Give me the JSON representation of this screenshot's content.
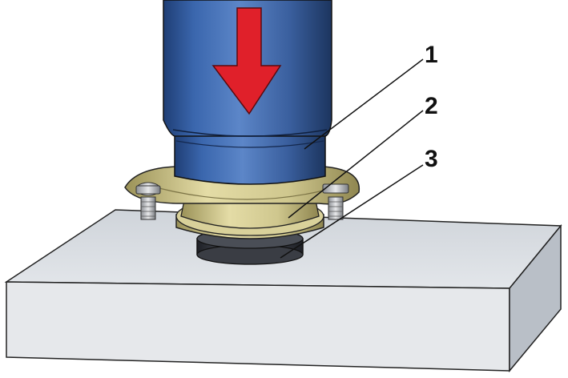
{
  "callouts": [
    {
      "label": "1"
    },
    {
      "label": "2"
    },
    {
      "label": "3"
    }
  ],
  "colors": {
    "press_blue": "#3a5f9e",
    "arrow_red": "#e0202a",
    "bracket_olive": "#cfc78e",
    "base_gray": "#d9dde2",
    "bearing_dark": "#2c2f36"
  }
}
